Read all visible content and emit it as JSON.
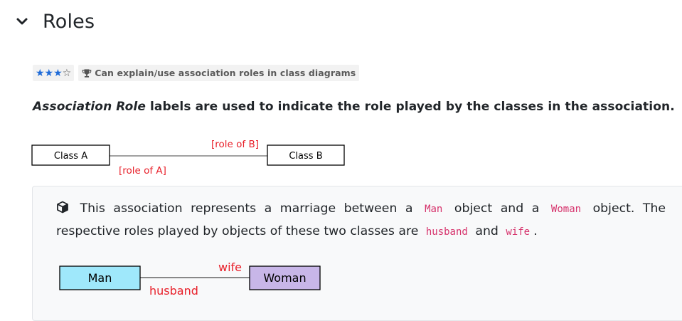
{
  "section": {
    "title": "Roles",
    "chevron_icon": "chevron-down-icon"
  },
  "badges": {
    "stars_full": "★★★",
    "stars_empty": "☆",
    "rating": 3,
    "rating_max": 4,
    "trophy_icon": "trophy-icon",
    "outcome": "Can explain/use association roles in class diagrams"
  },
  "definition": {
    "term": "Association Role",
    "rest": " labels are used to indicate the role played by the classes in the association."
  },
  "generic_diagram": {
    "class_a": "Class A",
    "class_b": "Class B",
    "role_of_b": "[role of B]",
    "role_of_a": "[role of A]"
  },
  "example": {
    "icon": "cube-icon",
    "text_1": "This association represents a marriage between a",
    "code_man": "Man",
    "text_2": "object and a",
    "code_woman": "Woman",
    "text_3": "object. The respective roles played by objects of these two classes are",
    "code_husband": "husband",
    "text_4": "and",
    "code_wife": "wife",
    "text_5": ".",
    "diagram": {
      "left_class": "Man",
      "right_class": "Woman",
      "role_right": "wife",
      "role_left": "husband"
    }
  },
  "colors": {
    "star_full": "#1f6bd8",
    "role_label": "#e8202a",
    "man_fill": "#9fe8fb",
    "woman_fill": "#c8b6e8",
    "code_text": "#d6336c",
    "panel_bg": "#f8f9fa"
  }
}
